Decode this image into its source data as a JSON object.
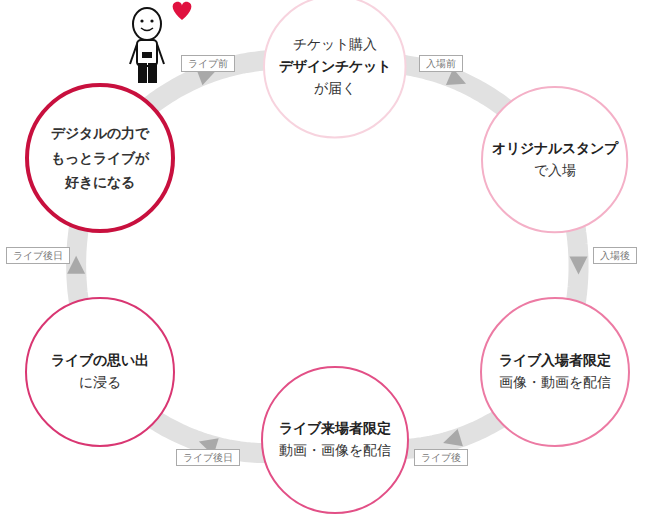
{
  "diagram": {
    "nodes": [
      {
        "text": [
          "チケット購入",
          "デザインチケット",
          "が届く"
        ]
      },
      {
        "text": [
          "オリジナルスタンプ",
          "で入場"
        ]
      },
      {
        "text": [
          "ライブ入場者限定",
          "画像・動画を配信"
        ]
      },
      {
        "text": [
          "ライブ来場者限定",
          "動画・画像を配信"
        ]
      },
      {
        "text": [
          "ライブの思い出",
          "に浸る"
        ]
      },
      {
        "text": [
          "デジタルの力で もっとライブが 好きになる"
        ]
      }
    ],
    "edges": [
      {
        "from": 0,
        "to": 1,
        "arrow": "to",
        "label": "入場前"
      },
      {
        "from": 1,
        "to": 2,
        "arrow": "to",
        "label": "入場後"
      },
      {
        "from": 2,
        "to": 3,
        "arrow": "to",
        "label": "ライブ後"
      },
      {
        "from": 3,
        "to": 4,
        "arrow": "to",
        "label": "ライブ後日"
      },
      {
        "from": 4,
        "to": 5,
        "arrow": "to",
        "label": "ライブ後日"
      },
      {
        "from": 5,
        "to": 0,
        "arrow": "to",
        "label": "ライブ前"
      }
    ]
  }
}
